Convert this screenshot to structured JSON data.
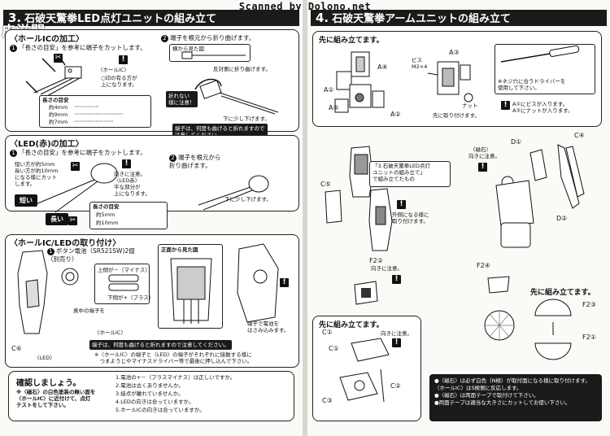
{
  "scan_banner": "Scanned by Dolono.net",
  "left": {
    "header": {
      "num": "3.",
      "title": "石破天驚拳LED点灯ユニットの組み立て",
      "watermark": "皮滋閣"
    },
    "hall": {
      "title": "〈ホールICの加工〉",
      "step1": "「長さの目安」を参考に端子をカットします。",
      "ic_label": "〈ホールIC〉",
      "ic_note": "○印の有る方が\n上になります。",
      "len_title": "長さの目安",
      "len_items": [
        "約4mm",
        "約9mm",
        "約7mm"
      ],
      "step2": "端子を根元から折り曲げます。",
      "side_view": "横から見た図",
      "bend_reverse": "反対側に折り曲げます。",
      "no_break": "折れない\n様に注意！",
      "bend_down": "下に少し下げます。",
      "repeat_note": "端子は、何度も曲げると折れますので\n注意してください。"
    },
    "led": {
      "title": "〈LED(赤)の加工〉",
      "step1": "「長さの目安」を参考に端子をカットします。",
      "desc": "短い方が約5mm\n長い方が約10mm\nになる様にカット\nします。",
      "short": "短い",
      "long": "長い",
      "orient": "向きに注意。\n〈LED赤〉\n平な部分が\n上になります。",
      "step2": "端子を根元から\n折り曲げます。",
      "len_title": "長さの目安",
      "len_items": [
        "約5mm",
        "約10mm"
      ],
      "bend_down": "下に少し下げます。"
    },
    "mount": {
      "title": "〈ホールIC/LEDの取り付け〉",
      "battery": "ボタン電池（SR521SW)2個\n（別売り）",
      "minus": "上側が－（マイナス）",
      "plus": "下側が+（プラス）",
      "middle": "真中の端子を",
      "hall_ic": "〈ホールIC〉",
      "front_view": "正面から見た図",
      "clamp": "端子で電池を\nはさみ込みます。",
      "c6": "C⑥",
      "led": "〈LED〉",
      "repeat": "端子は、何度も曲げると折れますので注意してください。",
      "note": "※〈ホールIC〉の端子と〈LED〉の端子がそれぞれに接触する様に\n　つまようじやマイナスドライバー等で最後に押し込んで下さい。"
    },
    "check": {
      "title": "確認しましょう。",
      "magnet": "※〈磁石〉の白色塗装の無い面を\n〈ホールIC〉に近付けて、点灯\nテストをして下さい。",
      "items": [
        "1.電池の+－（プラスマイナス）は正しいですか。",
        "2.電池は古くありませんか。",
        "3.接点が離れていませんか。",
        "4.LEDの向きは合っていますか。",
        "5.ホールICの向きは合っていますか。"
      ]
    }
  },
  "right": {
    "header": {
      "num": "4.",
      "title": "石破天驚拳アームユニットの組み立て"
    },
    "first": "先に組み立てます。",
    "parts": {
      "a1": "A①",
      "a2": "A②",
      "a3": "A③",
      "a4": "A④",
      "a5": "A⑤",
      "screw": "ビス\nM2×4",
      "nut": "ナット",
      "first_attach": "先に取り付けます。",
      "note1": "※ネジ穴に合うドライバーを\n使用して下さい。",
      "note2": "A①にビスが入ります。\nA②にナットが入ります。"
    },
    "assembly": {
      "c5": "C⑤",
      "ref": "「3.石破天驚拳LED点灯\nユニットの組み立て」\nで組み立てたもの",
      "outer": "外側になる様に\n取り付けます。",
      "f2_2": "F2②",
      "orient": "向きに注意。",
      "magnet": "〈磁石〉",
      "magnet_orient": "向きに注意。",
      "d1": "D①",
      "d2": "D②",
      "c4": "C④",
      "f2_4": "F2④"
    },
    "first2": "先に組み立てます。",
    "first3": "先に組み立てます。",
    "sub": {
      "c1a": "C①",
      "c1b": "C①",
      "c2": "C②",
      "c3": "C③",
      "orient": "向きに注意。",
      "f2_3": "F2③",
      "f2_1": "F2①"
    },
    "notes": [
      "●〈磁石〉は必ず白色（N極）が取付面になる様に取り付けます。〈ホールIC〉はS極側に反応します。",
      "●〈磁石〉は両面テープで取付けて下さい。",
      "●両面テープは適当な大きさにカットしてお使い下さい。"
    ]
  }
}
